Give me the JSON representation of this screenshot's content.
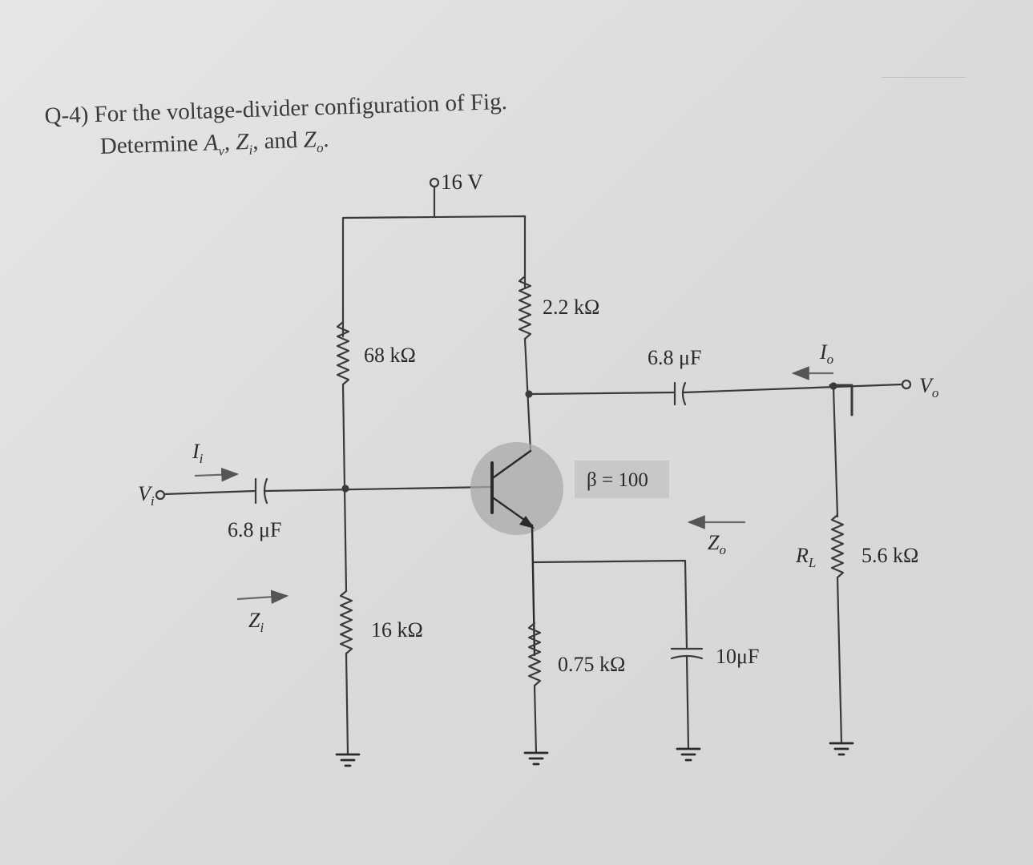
{
  "question": {
    "number": "Q-4)",
    "line1": "For the voltage-divider configuration of Fig.",
    "line2_prefix": "Determine ",
    "av": "A",
    "av_sub": "v",
    "zi": "Z",
    "zi_sub": "i",
    "and": "and",
    "zo": "Z",
    "zo_sub": "o"
  },
  "circuit": {
    "supply": "16 V",
    "r1": "68 kΩ",
    "r2": "16 kΩ",
    "rc": "2.2 kΩ",
    "re": "0.75 kΩ",
    "rl_name": "R",
    "rl_sub": "L",
    "rl": "5.6 kΩ",
    "c_in": "6.8 μF",
    "c_out": "6.8 μF",
    "c_e": "10μF",
    "beta": "β = 100",
    "vi": "V",
    "vi_sub": "i",
    "vo": "V",
    "vo_sub": "o",
    "ii": "I",
    "ii_sub": "i",
    "io": "I",
    "io_sub": "o",
    "zi": "Z",
    "zi_sub": "i",
    "zo": "Z",
    "zo_sub": "o"
  }
}
